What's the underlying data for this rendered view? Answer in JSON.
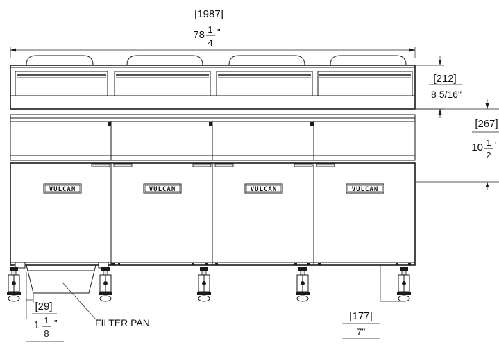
{
  "dimensions": {
    "overall_width": {
      "mm": "1987",
      "whole": "78",
      "num": "1",
      "den": "4",
      "unit": "\""
    },
    "top_section": {
      "mm": "212",
      "inch": "8 5/16\""
    },
    "drawer_section": {
      "mm": "267",
      "whole": "10",
      "num": "1",
      "den": "2",
      "unit": "'"
    },
    "filter_clearance": {
      "mm": "29",
      "whole": "1",
      "num": "1",
      "den": "8",
      "unit": "\""
    },
    "caster_height": {
      "mm": "177",
      "inch": "7\""
    }
  },
  "labels": {
    "filter_pan": "FILTER PAN",
    "brand": "VULCAN"
  }
}
